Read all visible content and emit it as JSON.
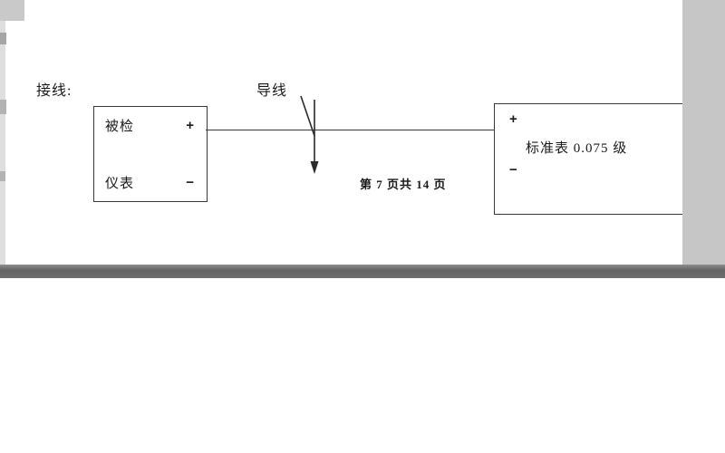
{
  "diagram": {
    "wiring_label": "接线:",
    "wire_label": "导线",
    "page_indicator": "第 7 页共 14 页",
    "device_box": {
      "name_line1": "被检",
      "name_line2": "仪表",
      "plus": "+",
      "minus": "−"
    },
    "standard_box": {
      "plus": "+",
      "label": "标准表 0.075 级",
      "minus": "−"
    }
  },
  "colors": {
    "line_color": "#3a3a3a",
    "scan_band": "#6e6e6e",
    "scan_margin": "#c6c6c6",
    "background": "#ffffff"
  }
}
